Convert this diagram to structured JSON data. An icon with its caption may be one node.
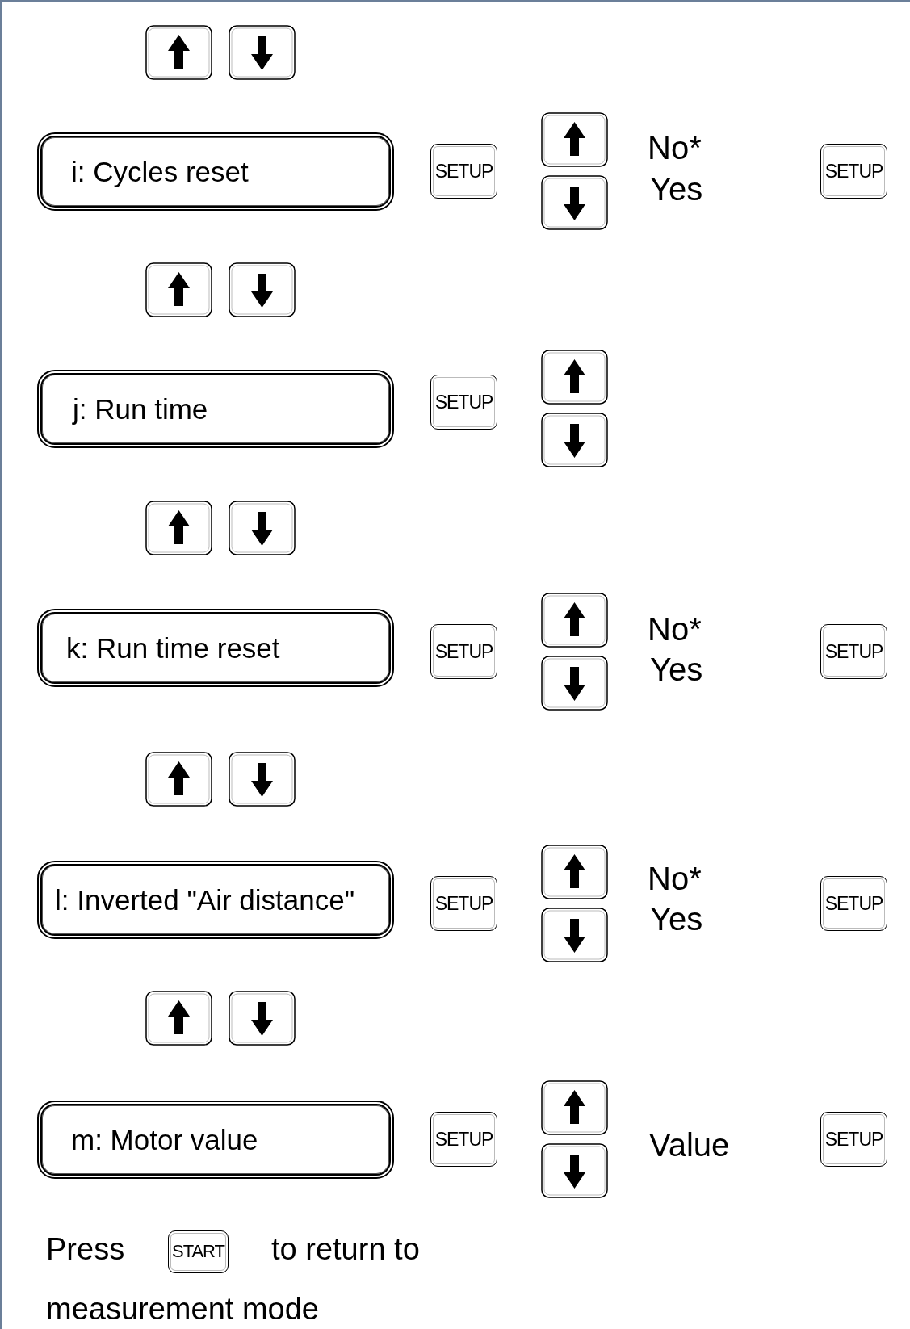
{
  "diagram": {
    "nodes": [
      {
        "text": [
          "i: Cycles reset"
        ]
      },
      {
        "text": [
          "SETUP"
        ]
      },
      {
        "text": [
          "SETUP"
        ]
      },
      {
        "text": [
          "j: Run time"
        ]
      },
      {
        "text": [
          "SETUP"
        ]
      },
      {
        "text": [
          "k: Run time reset"
        ]
      },
      {
        "text": [
          "SETUP"
        ]
      },
      {
        "text": [
          "SETUP"
        ]
      },
      {
        "text": [
          "l: Inverted \"Air distance\""
        ]
      },
      {
        "text": [
          "SETUP"
        ]
      },
      {
        "text": [
          "SETUP"
        ]
      },
      {
        "text": [
          "m: Motor value"
        ]
      },
      {
        "text": [
          "SETUP"
        ]
      },
      {
        "text": [
          "SETUP"
        ]
      },
      {
        "text": [
          "START"
        ]
      }
    ],
    "labels": [
      "No*",
      "Yes",
      "No*",
      "Yes",
      "No*",
      "Yes",
      "Value",
      "Press",
      "to return to",
      "measurement mode"
    ]
  }
}
